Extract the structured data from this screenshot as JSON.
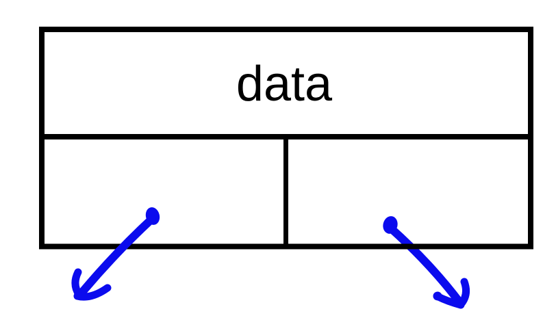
{
  "node_diagram": {
    "data_label": "data",
    "colors": {
      "line": "#000000",
      "arrow": "#0b0bee",
      "background": "#ffffff"
    },
    "arrows": {
      "left": {
        "icon": "down-left-arrow-icon",
        "direction": "down-left"
      },
      "right": {
        "icon": "down-right-arrow-icon",
        "direction": "down-right"
      }
    }
  }
}
